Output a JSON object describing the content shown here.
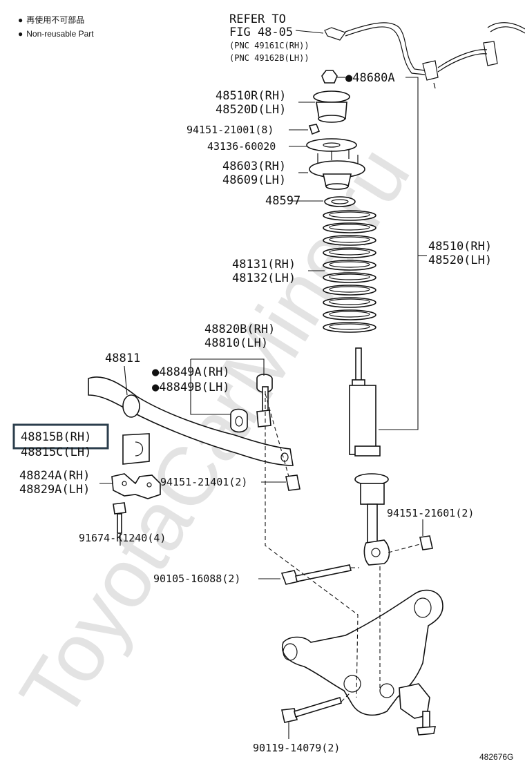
{
  "legend": {
    "reusable_symbol": "●",
    "reusable_text": "再使用不可部品",
    "nonreusable_symbol": "●",
    "nonreusable_text": "Non-reusable Part"
  },
  "watermark": "ToyotaCarMine.ru",
  "refer": {
    "line1": "REFER TO",
    "line2": "FIG 48-05",
    "line3": "(PNC 49161C(RH))",
    "line4": "(PNC 49162B(LH))"
  },
  "labels": {
    "p48680A": "●48680A",
    "p48510R": "48510R(RH)",
    "p48520D": "48520D(LH)",
    "p94151_21001": "94151-21001(8)",
    "p43136": "43136-60020",
    "p48603": "48603(RH)",
    "p48609": "48609(LH)",
    "p48597": "48597",
    "p48131": "48131(RH)",
    "p48132": "48132(LH)",
    "p48510": "48510(RH)",
    "p48520": "48520(LH)",
    "p48820B": "48820B(RH)",
    "p48810": "48810(LH)",
    "p48811": "48811",
    "p48849A": "●48849A(RH)",
    "p48849B": "●48849B(LH)",
    "p48815B": "48815B(RH)",
    "p48815C": "48815C(LH)",
    "p48824A": "48824A(RH)",
    "p48829A": "48829A(LH)",
    "p94151_21401": "94151-21401(2)",
    "p94151_21601": "94151-21601(2)",
    "p91674": "91674-K1240(4)",
    "p90105": "90105-16088(2)",
    "p90119": "90119-14079(2)",
    "figure_code": "482676G"
  }
}
